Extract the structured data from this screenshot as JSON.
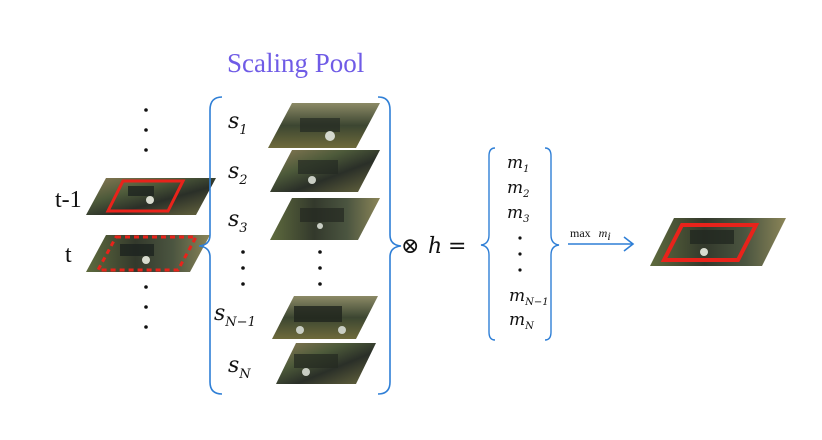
{
  "title": "Scaling Pool",
  "frames": {
    "prev_label": "t-1",
    "curr_label": "t"
  },
  "scales": {
    "s1": {
      "main": "s",
      "sub": "1"
    },
    "s2": {
      "main": "s",
      "sub": "2"
    },
    "s3": {
      "main": "s",
      "sub": "3"
    },
    "sN1": {
      "main": "s",
      "sub": "N−1"
    },
    "sN": {
      "main": "s",
      "sub": "N"
    }
  },
  "operator": {
    "otimes": "⊗",
    "h": "h",
    "equals": "="
  },
  "responses": {
    "m1": {
      "main": "m",
      "sub": "1"
    },
    "m2": {
      "main": "m",
      "sub": "2"
    },
    "m3": {
      "main": "m",
      "sub": "3"
    },
    "mN1": {
      "main": "m",
      "sub": "N−1"
    },
    "mN": {
      "main": "m",
      "sub": "N"
    }
  },
  "arrow_label": {
    "max": "max",
    "m": "m",
    "sub": "i"
  },
  "colors": {
    "title": "#6f5be6",
    "bracket": "#2f7fd6",
    "arrow": "#2f7fd6",
    "box": "#e8231b"
  }
}
